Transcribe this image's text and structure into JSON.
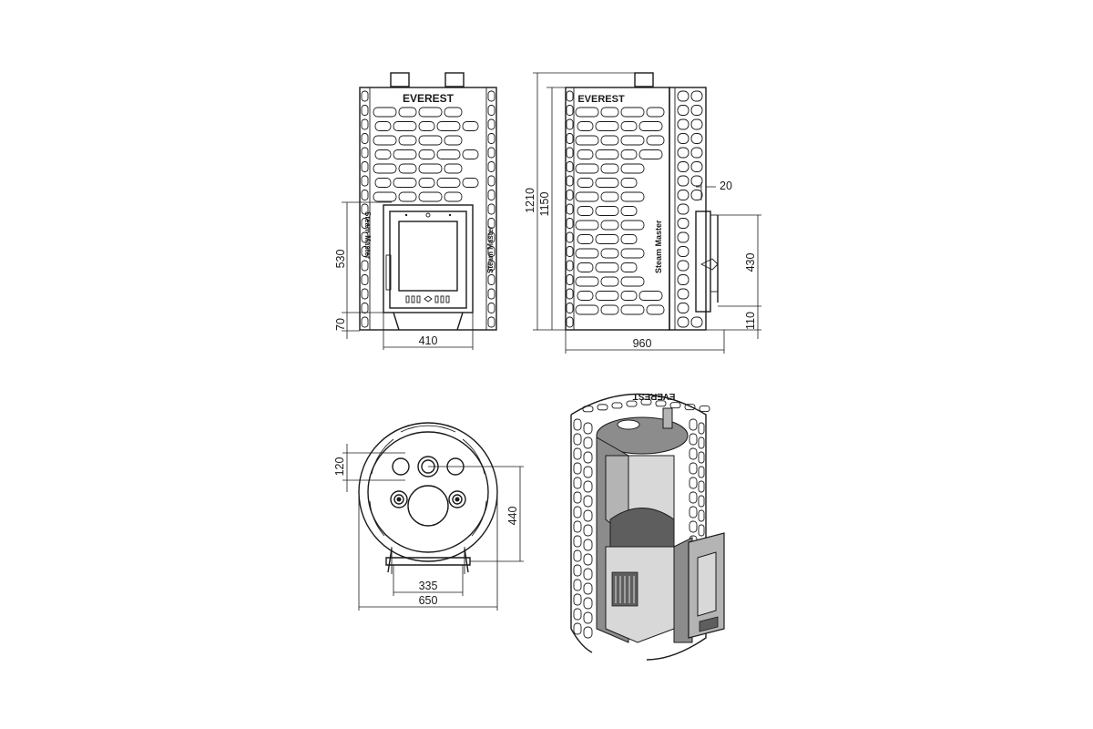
{
  "brand": {
    "logo_text": "EVEREST",
    "side_text": "Steam Master"
  },
  "front_view": {
    "dim_height_door": "530",
    "dim_height_base": "70",
    "dim_width_door": "410"
  },
  "side_view": {
    "dim_height_total": "1210",
    "dim_height_body": "1150",
    "dim_width": "960",
    "dim_offset_top": "20",
    "dim_height_tank": "430",
    "dim_height_bottom": "110"
  },
  "top_view": {
    "dim_offset": "120",
    "dim_depth": "440",
    "dim_inner_width": "335",
    "dim_width": "650"
  },
  "colors": {
    "line": "#1a1a1a",
    "shade_dark": "#5e5e5e",
    "shade_mid": "#8c8c8c",
    "shade_light": "#b4b4b4"
  }
}
